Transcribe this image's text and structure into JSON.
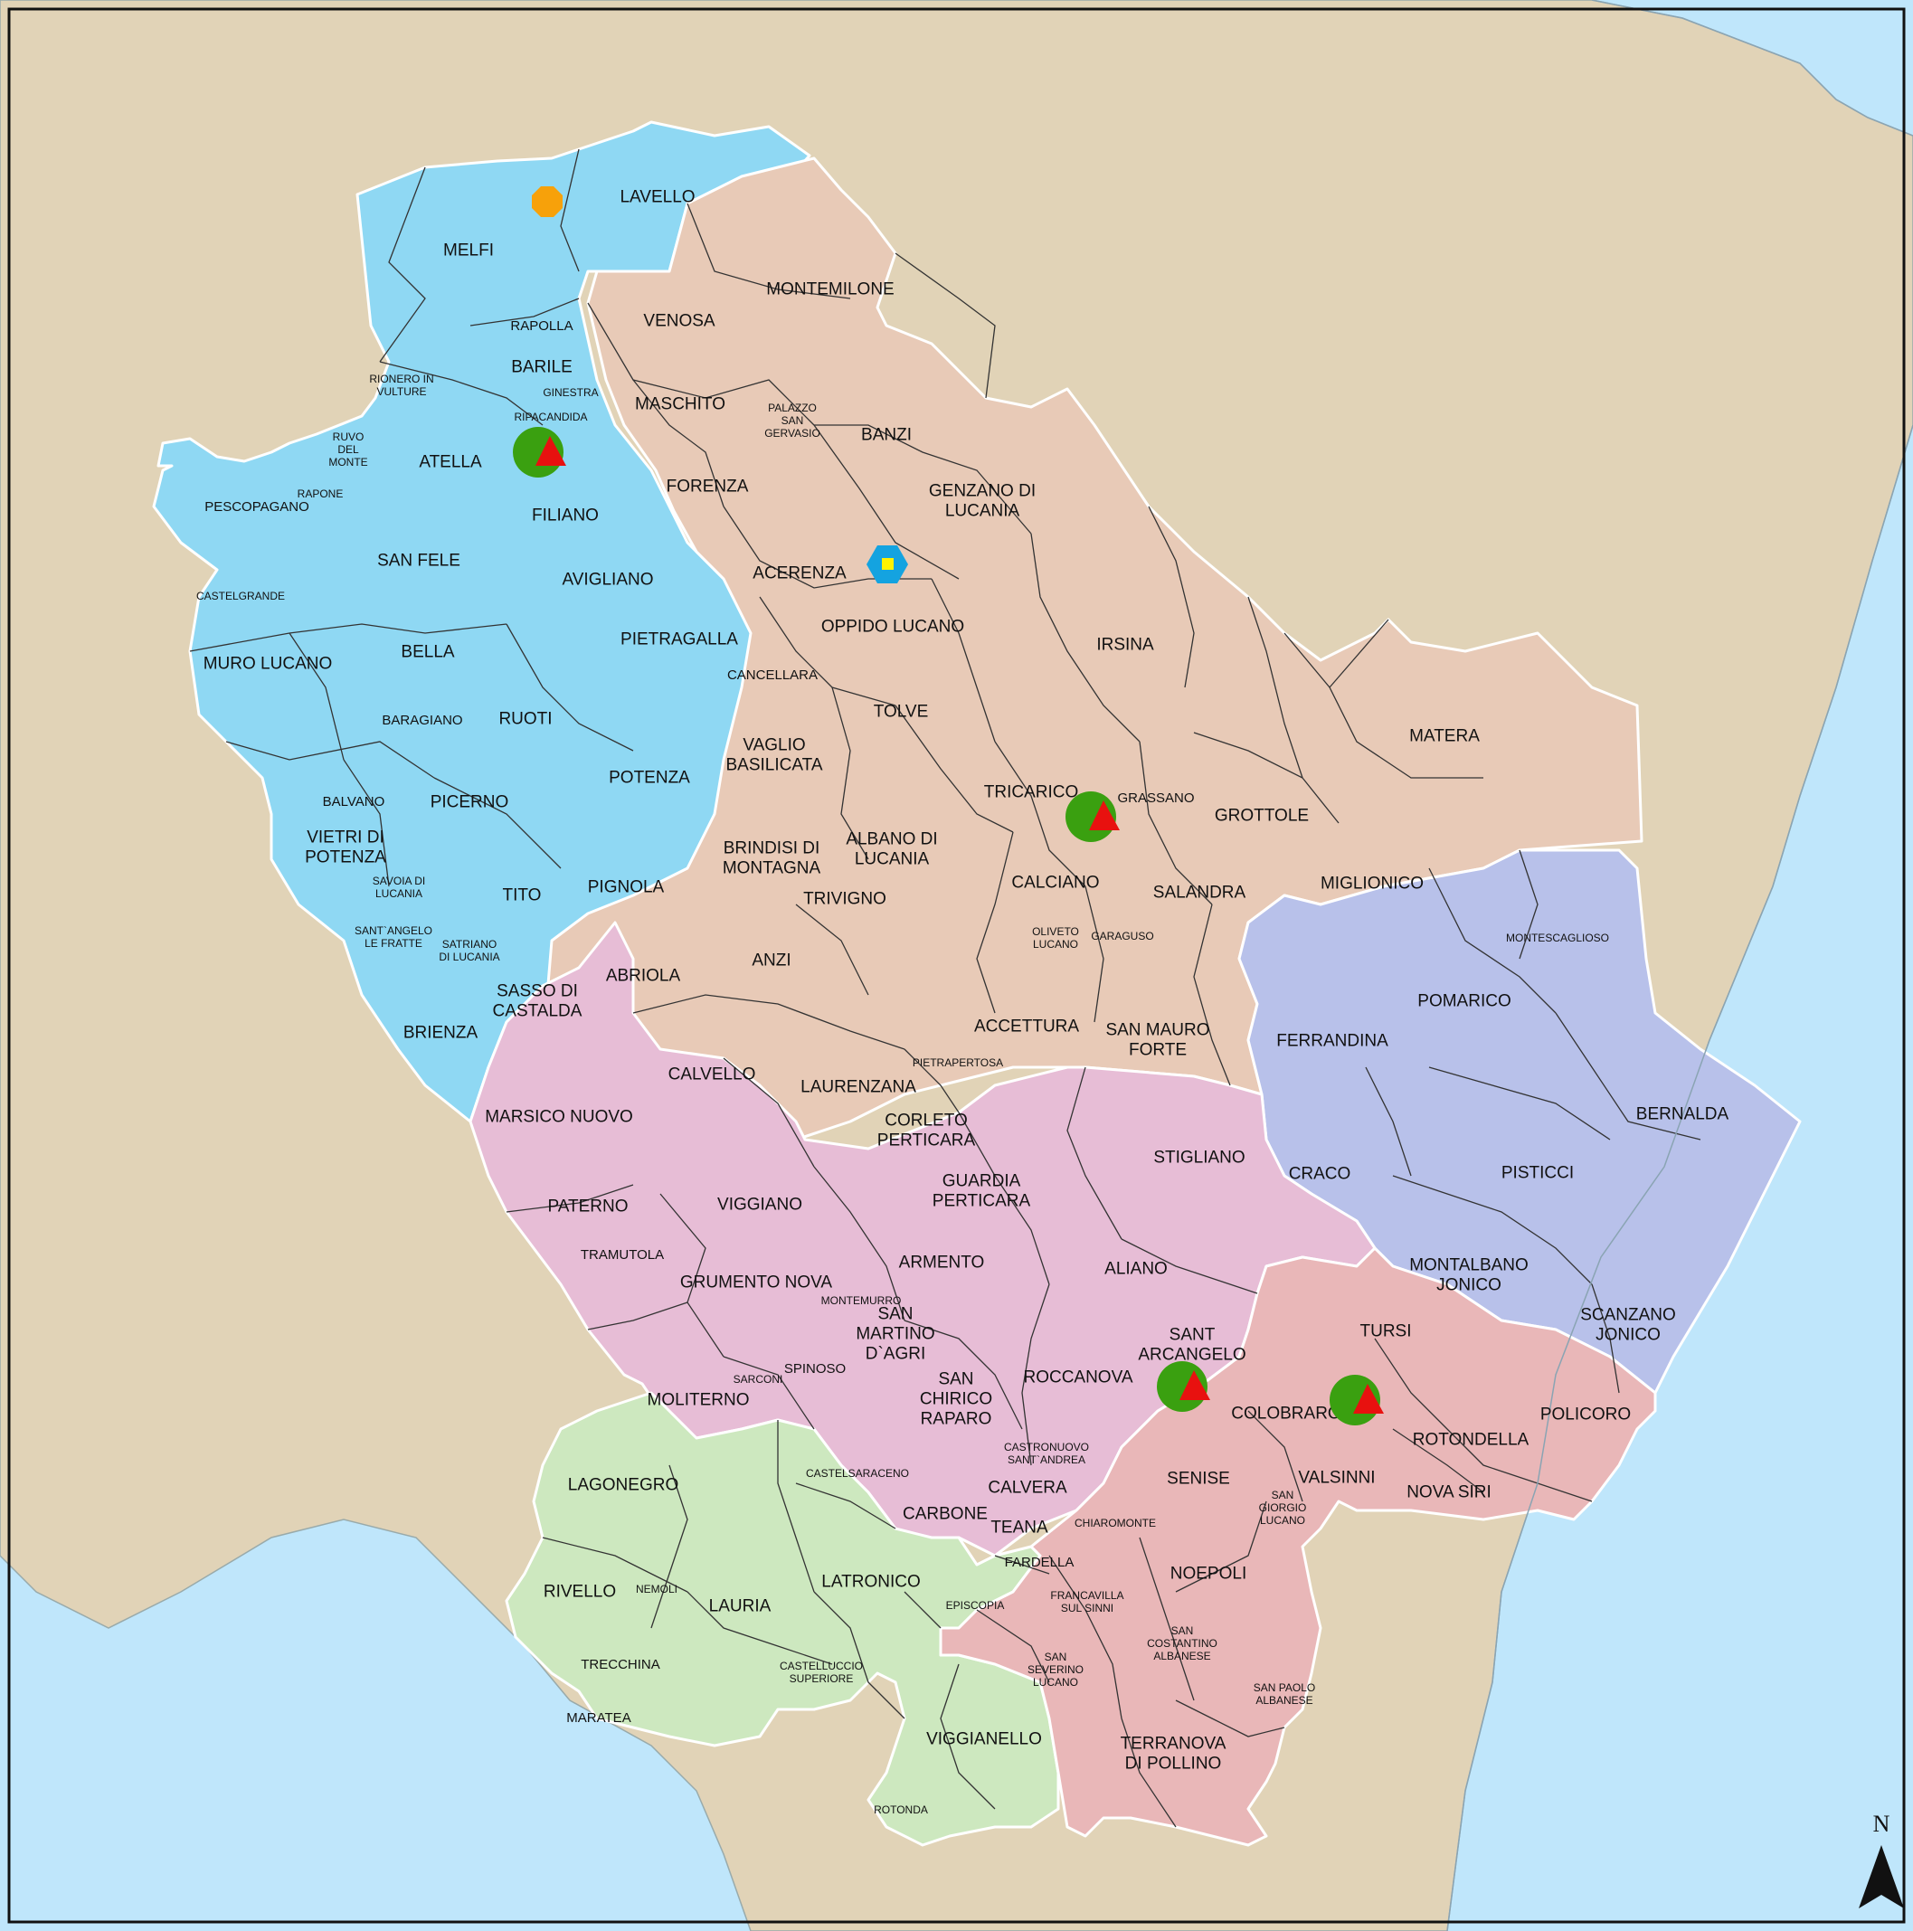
{
  "colors": {
    "sea": "#bfe6fb",
    "land": "#e1d3b7",
    "vulture": "#8fd8f3",
    "bradano": "#e8cab7",
    "metapontino": "#b8c1ea",
    "agri": "#e7bdd6",
    "lagonegrese": "#cde8bf",
    "pollino": "#e9b7b8",
    "site_circle": "#3aa010",
    "site_triangle": "#e8110f",
    "orange_marker": "#f7a10a",
    "hexagon_marker": "#14a3e0",
    "hexagon_center": "#fff200"
  },
  "icons": {
    "north_arrow": "north-arrow-icon",
    "site_marker": "circle-triangle-icon",
    "orange_marker": "orange-octagon-icon",
    "hex_marker": "blue-hexagon-icon"
  },
  "north_label": "N",
  "municipalities": [
    {
      "id": "melfi",
      "lines": [
        "MELFI"
      ],
      "size": "l1"
    },
    {
      "id": "lavello",
      "lines": [
        "LAVELLO"
      ],
      "size": "l1"
    },
    {
      "id": "venosa",
      "lines": [
        "VENOSA"
      ],
      "size": "l1"
    },
    {
      "id": "montemilone",
      "lines": [
        "MONTEMILONE"
      ],
      "size": "l1"
    },
    {
      "id": "rapolla",
      "lines": [
        "RAPOLLA"
      ],
      "size": "l2"
    },
    {
      "id": "barile",
      "lines": [
        "BARILE"
      ],
      "size": "l1"
    },
    {
      "id": "rionero",
      "lines": [
        "RIONERO IN",
        "VULTURE"
      ],
      "size": "l3"
    },
    {
      "id": "ginestra",
      "lines": [
        "GINESTRA"
      ],
      "size": "l3"
    },
    {
      "id": "ripacandida",
      "lines": [
        "RIPACANDIDA"
      ],
      "size": "l3"
    },
    {
      "id": "maschito",
      "lines": [
        "MASCHITO"
      ],
      "size": "l1"
    },
    {
      "id": "palazzo",
      "lines": [
        "PALAZZO",
        "SAN",
        "GERVASIO"
      ],
      "size": "l3"
    },
    {
      "id": "banzi",
      "lines": [
        "BANZI"
      ],
      "size": "l1"
    },
    {
      "id": "ruvo",
      "lines": [
        "RUVO",
        "DEL",
        "MONTE"
      ],
      "size": "l3"
    },
    {
      "id": "atella",
      "lines": [
        "ATELLA"
      ],
      "size": "l1"
    },
    {
      "id": "rapone",
      "lines": [
        "RAPONE"
      ],
      "size": "l3"
    },
    {
      "id": "pescopagano",
      "lines": [
        "PESCOPAGANO"
      ],
      "size": "l2"
    },
    {
      "id": "filiano",
      "lines": [
        "FILIANO"
      ],
      "size": "l1"
    },
    {
      "id": "forenza",
      "lines": [
        "FORENZA"
      ],
      "size": "l1"
    },
    {
      "id": "genzano",
      "lines": [
        "GENZANO DI",
        "LUCANIA"
      ],
      "size": "l1"
    },
    {
      "id": "sanfele",
      "lines": [
        "SAN FELE"
      ],
      "size": "l1"
    },
    {
      "id": "avigliano",
      "lines": [
        "AVIGLIANO"
      ],
      "size": "l1"
    },
    {
      "id": "acerenza",
      "lines": [
        "ACERENZA"
      ],
      "size": "l1"
    },
    {
      "id": "castelgrande",
      "lines": [
        "CASTELGRANDE"
      ],
      "size": "l3"
    },
    {
      "id": "oppido",
      "lines": [
        "OPPIDO LUCANO"
      ],
      "size": "l1"
    },
    {
      "id": "irsina",
      "lines": [
        "IRSINA"
      ],
      "size": "l1"
    },
    {
      "id": "pietragalla",
      "lines": [
        "PIETRAGALLA"
      ],
      "size": "l1"
    },
    {
      "id": "bella",
      "lines": [
        "BELLA"
      ],
      "size": "l1"
    },
    {
      "id": "muro",
      "lines": [
        "MURO LUCANO"
      ],
      "size": "l1"
    },
    {
      "id": "cancellara",
      "lines": [
        "CANCELLARA"
      ],
      "size": "l2"
    },
    {
      "id": "tolve",
      "lines": [
        "TOLVE"
      ],
      "size": "l1"
    },
    {
      "id": "ruoti",
      "lines": [
        "RUOTI"
      ],
      "size": "l1"
    },
    {
      "id": "baragiano",
      "lines": [
        "BARAGIANO"
      ],
      "size": "l2"
    },
    {
      "id": "matera",
      "lines": [
        "MATERA"
      ],
      "size": "l1"
    },
    {
      "id": "vaglio",
      "lines": [
        "VAGLIO",
        "BASILICATA"
      ],
      "size": "l1"
    },
    {
      "id": "potenza",
      "lines": [
        "POTENZA"
      ],
      "size": "l1"
    },
    {
      "id": "tricarico",
      "lines": [
        "TRICARICO"
      ],
      "size": "l1"
    },
    {
      "id": "grassano",
      "lines": [
        "GRASSANO"
      ],
      "size": "l2"
    },
    {
      "id": "picerno",
      "lines": [
        "PICERNO"
      ],
      "size": "l1"
    },
    {
      "id": "balvano",
      "lines": [
        "BALVANO"
      ],
      "size": "l2"
    },
    {
      "id": "grottole",
      "lines": [
        "GROTTOLE"
      ],
      "size": "l1"
    },
    {
      "id": "vietri",
      "lines": [
        "VIETRI DI",
        "POTENZA"
      ],
      "size": "l1"
    },
    {
      "id": "albano",
      "lines": [
        "ALBANO DI",
        "LUCANIA"
      ],
      "size": "l1"
    },
    {
      "id": "brindisi",
      "lines": [
        "BRINDISI DI",
        "MONTAGNA"
      ],
      "size": "l1"
    },
    {
      "id": "miglionico",
      "lines": [
        "MIGLIONICO"
      ],
      "size": "l1"
    },
    {
      "id": "calciano",
      "lines": [
        "CALCIANO"
      ],
      "size": "l1"
    },
    {
      "id": "savoia",
      "lines": [
        "SAVOIA DI",
        "LUCANIA"
      ],
      "size": "l3"
    },
    {
      "id": "pignola",
      "lines": [
        "PIGNOLA"
      ],
      "size": "l1"
    },
    {
      "id": "tito",
      "lines": [
        "TITO"
      ],
      "size": "l1"
    },
    {
      "id": "salandra",
      "lines": [
        "SALANDRA"
      ],
      "size": "l1"
    },
    {
      "id": "trivigno",
      "lines": [
        "TRIVIGNO"
      ],
      "size": "l1"
    },
    {
      "id": "montescaglioso",
      "lines": [
        "MONTESCAGLIOSO"
      ],
      "size": "l3"
    },
    {
      "id": "oliveto",
      "lines": [
        "OLIVETO",
        "LUCANO"
      ],
      "size": "l3"
    },
    {
      "id": "garaguso",
      "lines": [
        "GARAGUSO"
      ],
      "size": "l3"
    },
    {
      "id": "santangelolf",
      "lines": [
        "SANT`ANGELO",
        "LE FRATTE"
      ],
      "size": "l3"
    },
    {
      "id": "satriano",
      "lines": [
        "SATRIANO",
        "DI LUCANIA"
      ],
      "size": "l3"
    },
    {
      "id": "anzi",
      "lines": [
        "ANZI"
      ],
      "size": "l1"
    },
    {
      "id": "abriola",
      "lines": [
        "ABRIOLA"
      ],
      "size": "l1"
    },
    {
      "id": "pomarico",
      "lines": [
        "POMARICO"
      ],
      "size": "l1"
    },
    {
      "id": "sasso",
      "lines": [
        "SASSO DI",
        "CASTALDA"
      ],
      "size": "l1"
    },
    {
      "id": "accettura",
      "lines": [
        "ACCETTURA"
      ],
      "size": "l1"
    },
    {
      "id": "sanmauro",
      "lines": [
        "SAN MAURO",
        "FORTE"
      ],
      "size": "l1"
    },
    {
      "id": "brienza",
      "lines": [
        "BRIENZA"
      ],
      "size": "l1"
    },
    {
      "id": "ferrandina",
      "lines": [
        "FERRANDINA"
      ],
      "size": "l1"
    },
    {
      "id": "pietrapertosa",
      "lines": [
        "PIETRAPERTOSA"
      ],
      "size": "l3"
    },
    {
      "id": "calvello",
      "lines": [
        "CALVELLO"
      ],
      "size": "l1"
    },
    {
      "id": "laurenzana",
      "lines": [
        "LAURENZANA"
      ],
      "size": "l1"
    },
    {
      "id": "marsico",
      "lines": [
        "MARSICO NUOVO"
      ],
      "size": "l1"
    },
    {
      "id": "corleto",
      "lines": [
        "CORLETO",
        "PERTICARA"
      ],
      "size": "l1"
    },
    {
      "id": "bernalda",
      "lines": [
        "BERNALDA"
      ],
      "size": "l1"
    },
    {
      "id": "stigliano",
      "lines": [
        "STIGLIANO"
      ],
      "size": "l1"
    },
    {
      "id": "guardia",
      "lines": [
        "GUARDIA",
        "PERTICARA"
      ],
      "size": "l1"
    },
    {
      "id": "craco",
      "lines": [
        "CRACO"
      ],
      "size": "l1"
    },
    {
      "id": "pisticci",
      "lines": [
        "PISTICCI"
      ],
      "size": "l1"
    },
    {
      "id": "viggiano",
      "lines": [
        "VIGGIANO"
      ],
      "size": "l1"
    },
    {
      "id": "paterno",
      "lines": [
        "PATERNO"
      ],
      "size": "l1"
    },
    {
      "id": "tramutola",
      "lines": [
        "TRAMUTOLA"
      ],
      "size": "l2"
    },
    {
      "id": "armento",
      "lines": [
        "ARMENTO"
      ],
      "size": "l1"
    },
    {
      "id": "aliano",
      "lines": [
        "ALIANO"
      ],
      "size": "l1"
    },
    {
      "id": "montalbano",
      "lines": [
        "MONTALBANO",
        "JONICO"
      ],
      "size": "l1"
    },
    {
      "id": "grumento",
      "lines": [
        "GRUMENTO NOVA"
      ],
      "size": "l1"
    },
    {
      "id": "montemurro",
      "lines": [
        "MONTEMURRO"
      ],
      "size": "l3"
    },
    {
      "id": "scanzano",
      "lines": [
        "SCANZANO",
        "JONICO"
      ],
      "size": "l1"
    },
    {
      "id": "tursi",
      "lines": [
        "TURSI"
      ],
      "size": "l1"
    },
    {
      "id": "sanmartino",
      "lines": [
        "SAN",
        "MARTINO",
        "D`AGRI"
      ],
      "size": "l1"
    },
    {
      "id": "santarcangelo",
      "lines": [
        "SANT",
        "ARCANGELO"
      ],
      "size": "l1"
    },
    {
      "id": "spinoso",
      "lines": [
        "SPINOSO"
      ],
      "size": "l2"
    },
    {
      "id": "sarconi",
      "lines": [
        "SARCONI"
      ],
      "size": "l3"
    },
    {
      "id": "roccanova",
      "lines": [
        "ROCCANOVA"
      ],
      "size": "l1"
    },
    {
      "id": "moliterno",
      "lines": [
        "MOLITERNO"
      ],
      "size": "l1"
    },
    {
      "id": "sanchirico",
      "lines": [
        "SAN",
        "CHIRICO",
        "RAPARO"
      ],
      "size": "l1"
    },
    {
      "id": "colobraro",
      "lines": [
        "COLOBRARO"
      ],
      "size": "l1"
    },
    {
      "id": "policoro",
      "lines": [
        "POLICORO"
      ],
      "size": "l1"
    },
    {
      "id": "rotondella",
      "lines": [
        "ROTONDELLA"
      ],
      "size": "l1"
    },
    {
      "id": "castelsaraceno",
      "lines": [
        "CASTELSARACENO"
      ],
      "size": "l3"
    },
    {
      "id": "castronuovo",
      "lines": [
        "CASTRONUOVO",
        "SANT`ANDREA"
      ],
      "size": "l3"
    },
    {
      "id": "senise",
      "lines": [
        "SENISE"
      ],
      "size": "l1"
    },
    {
      "id": "valsinni",
      "lines": [
        "VALSINNI"
      ],
      "size": "l1"
    },
    {
      "id": "lagonegro",
      "lines": [
        "LAGONEGRO"
      ],
      "size": "l1"
    },
    {
      "id": "calvera",
      "lines": [
        "CALVERA"
      ],
      "size": "l1"
    },
    {
      "id": "novasiri",
      "lines": [
        "NOVA SIRI"
      ],
      "size": "l1"
    },
    {
      "id": "carbone",
      "lines": [
        "CARBONE"
      ],
      "size": "l1"
    },
    {
      "id": "teana",
      "lines": [
        "TEANA"
      ],
      "size": "l1"
    },
    {
      "id": "chiaromonte",
      "lines": [
        "CHIAROMONTE"
      ],
      "size": "l3"
    },
    {
      "id": "sangiorgio",
      "lines": [
        "SAN",
        "GIORGIO",
        "LUCANO"
      ],
      "size": "l3"
    },
    {
      "id": "fardella",
      "lines": [
        "FARDELLA"
      ],
      "size": "l2"
    },
    {
      "id": "latronico",
      "lines": [
        "LATRONICO"
      ],
      "size": "l1"
    },
    {
      "id": "noepoli",
      "lines": [
        "NOEPOLI"
      ],
      "size": "l1"
    },
    {
      "id": "rivello",
      "lines": [
        "RIVELLO"
      ],
      "size": "l1"
    },
    {
      "id": "nemoli",
      "lines": [
        "NEMOLI"
      ],
      "size": "l3"
    },
    {
      "id": "lauria",
      "lines": [
        "LAURIA"
      ],
      "size": "l1"
    },
    {
      "id": "episcopia",
      "lines": [
        "EPISCOPIA"
      ],
      "size": "l3"
    },
    {
      "id": "francavilla",
      "lines": [
        "FRANCAVILLA",
        "SUL SINNI"
      ],
      "size": "l3"
    },
    {
      "id": "sancostantino",
      "lines": [
        "SAN",
        "COSTANTINO",
        "ALBANESE"
      ],
      "size": "l3"
    },
    {
      "id": "trecchina",
      "lines": [
        "TRECCHINA"
      ],
      "size": "l2"
    },
    {
      "id": "castelluccio",
      "lines": [
        "CASTELLUCCIO",
        "SUPERIORE"
      ],
      "size": "l3"
    },
    {
      "id": "sanseverino",
      "lines": [
        "SAN",
        "SEVERINO",
        "LUCANO"
      ],
      "size": "l3"
    },
    {
      "id": "sanpaolo",
      "lines": [
        "SAN PAOLO",
        "ALBANESE"
      ],
      "size": "l3"
    },
    {
      "id": "maratea",
      "lines": [
        "MARATEA"
      ],
      "size": "l2"
    },
    {
      "id": "viggianello",
      "lines": [
        "VIGGIANELLO"
      ],
      "size": "l1"
    },
    {
      "id": "terranova",
      "lines": [
        "TERRANOVA",
        "DI POLLINO"
      ],
      "size": "l1"
    },
    {
      "id": "rotonda",
      "lines": [
        "ROTONDA"
      ],
      "size": "l3"
    }
  ]
}
